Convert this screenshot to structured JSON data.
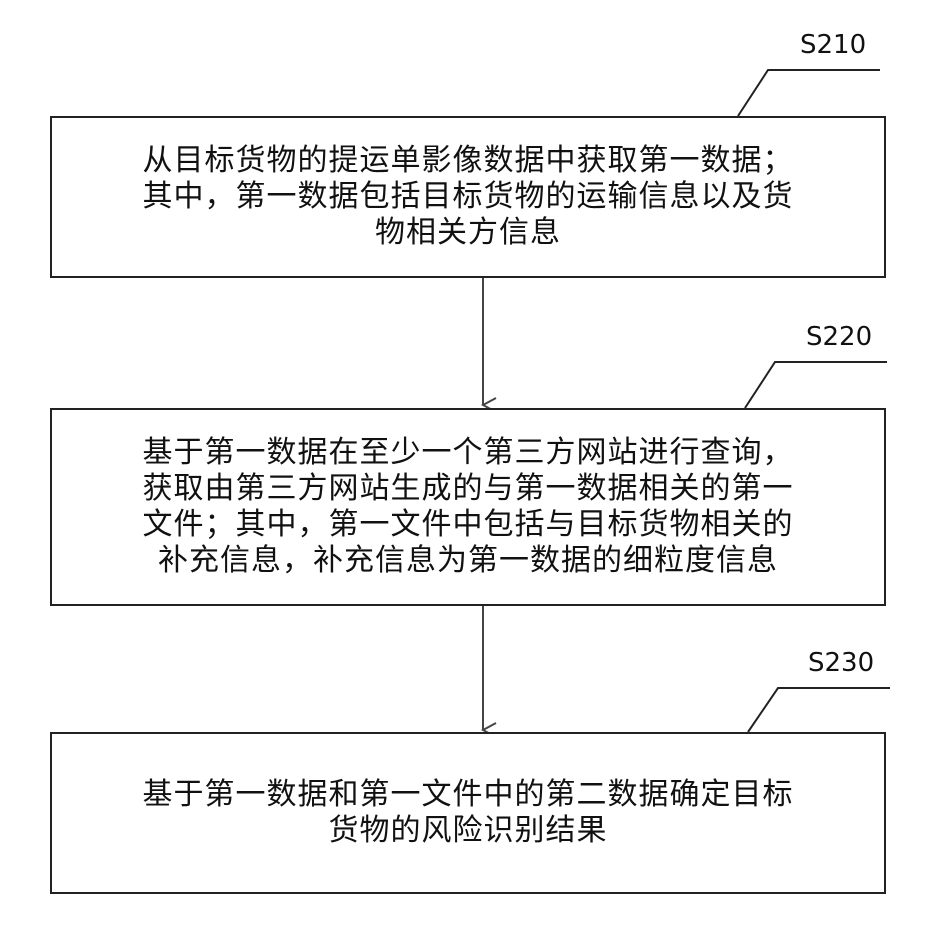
{
  "steps": [
    {
      "id": "S210",
      "lines": [
        "从目标货物的提运单影像数据中获取第一数据；",
        "其中，第一数据包括目标货物的运输信息以及货",
        "物相关方信息"
      ]
    },
    {
      "id": "S220",
      "lines": [
        "基于第一数据在至少一个第三方网站进行查询，",
        "获取由第三方网站生成的与第一数据相关的第一",
        "文件；其中，第一文件中包括与目标货物相关的",
        "补充信息，补充信息为第一数据的细粒度信息"
      ]
    },
    {
      "id": "S230",
      "lines": [
        "基于第一数据和第一文件中的第二数据确定目标",
        "货物的风险识别结果"
      ]
    }
  ]
}
